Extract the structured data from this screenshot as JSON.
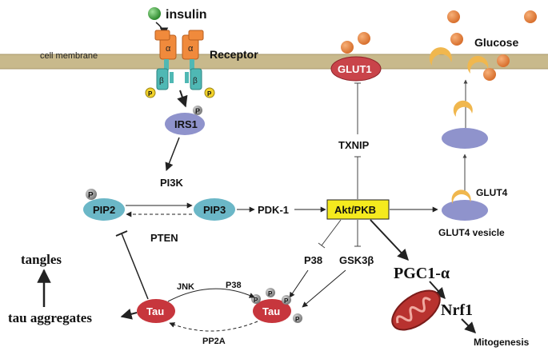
{
  "labels": {
    "insulin": "insulin",
    "cell_membrane": "cell membrane",
    "receptor": "Receptor",
    "alpha": "α",
    "beta": "β",
    "phospho": "P",
    "irs1": "IRS1",
    "pi3k": "PI3K",
    "pip2": "PIP2",
    "pip3": "PIP3",
    "pten": "PTEN",
    "pdk1": "PDK-1",
    "akt": "Akt/PKB",
    "txnip": "TXNIP",
    "glut1": "GLUT1",
    "glucose": "Glucose",
    "glut4": "GLUT4",
    "glut4_vesicle": "GLUT4 vesicle",
    "p38_upper": "P38",
    "gsk3b": "GSK3β",
    "pgc1a": "PGC1-α",
    "nrf1": "Nrf1",
    "mitogenesis": "Mitogenesis",
    "tangles": "tangles",
    "tau_aggregates": "tau aggregates",
    "tau": "Tau",
    "jnk": "JNK",
    "p38_lower": "P38",
    "pp2a": "PP2A"
  },
  "colors": {
    "membrane": "#c8b98c",
    "alpha_subunit": "#f08a3c",
    "beta_subunit": "#4fb8b4",
    "phospho": "#f2d22a",
    "irs1": "#8f93cc",
    "pip": "#6bb7c7",
    "akt": "#f5ea1e",
    "glut1": "#c9444a",
    "glucose": "#eb8e4b",
    "vesicle": "#8f93cc",
    "glut4": "#f0b74e",
    "tau": "#c7363d",
    "insulin": "#3a9b3a"
  }
}
